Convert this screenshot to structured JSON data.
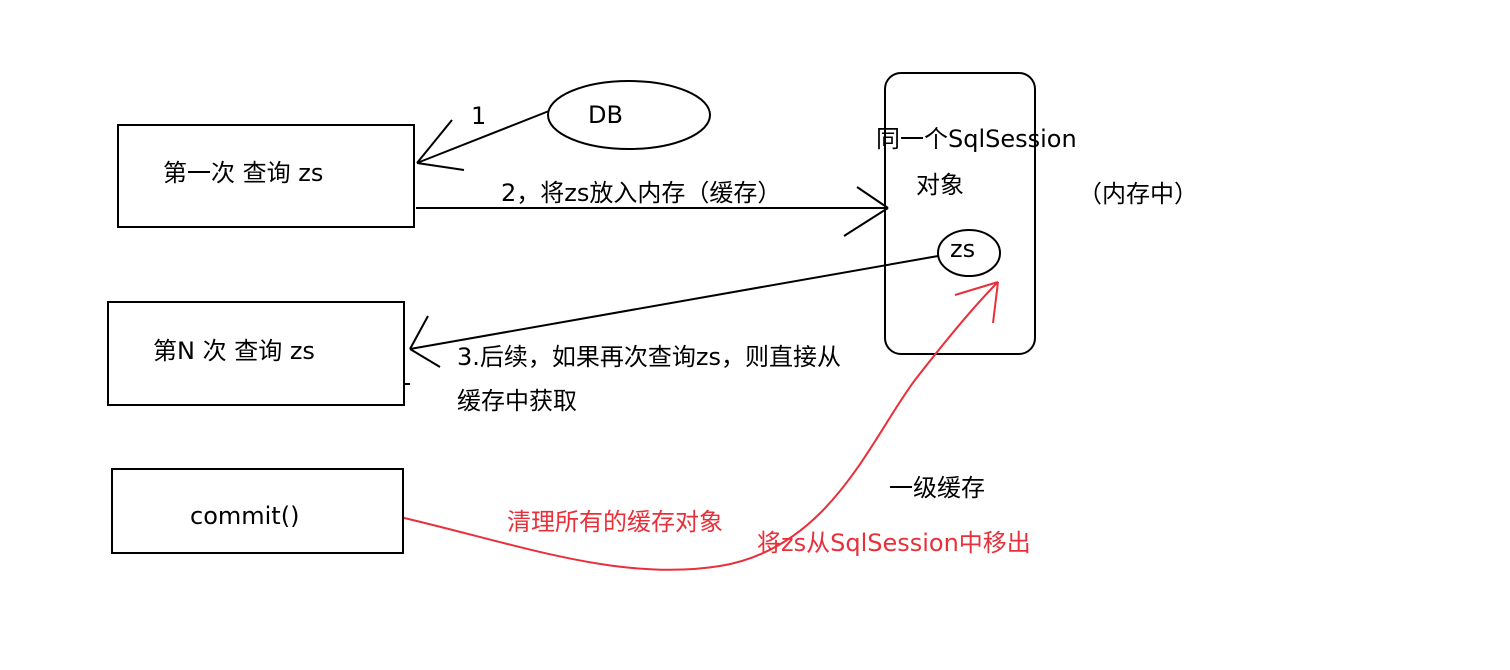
{
  "nodes": {
    "first_query": "第一次  查询 zs",
    "nth_query": "第N 次  查询 zs",
    "commit": "commit()",
    "db": "DB",
    "session_line1": "同一个SqlSession",
    "session_line2": "对象",
    "cached_item": "zs",
    "memory_note": "（内存中）"
  },
  "edges": {
    "step1": "1",
    "step2": "2，将zs放入内存（缓存）",
    "step3_line1": "3.后续，如果再次查询zs，则直接从",
    "step3_line2": "缓存中获取"
  },
  "labels": {
    "level1_cache": "一级缓存",
    "clear_cache": "清理所有的缓存对象",
    "remove_from_session": "将zs从SqlSession中移出"
  },
  "colors": {
    "stroke": "#000000",
    "accent": "#e8303a"
  }
}
